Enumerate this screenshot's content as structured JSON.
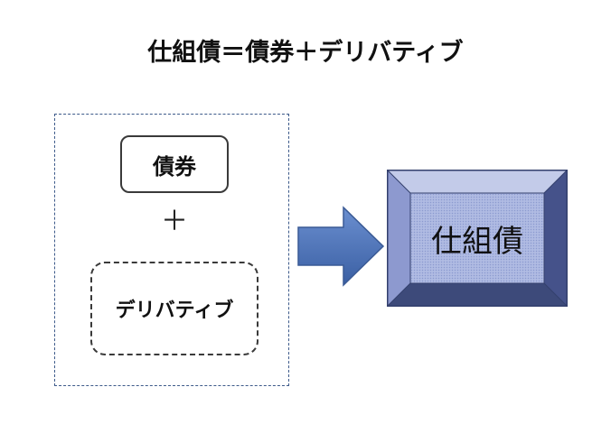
{
  "diagram": {
    "title": "仕組債＝債券＋デリバティブ",
    "components": {
      "bond_label": "債券",
      "plus": "＋",
      "derivative_label": "デリバティブ"
    },
    "result": {
      "label": "仕組債"
    },
    "colors": {
      "group_border": "#3d5a8a",
      "arrow_fill": "#4a72b8",
      "result_face": "#a7b3df",
      "result_bevel_dark": "#3d4a7a",
      "result_bevel_light": "#c3cbe9"
    },
    "icons": [
      "right-arrow-icon"
    ]
  }
}
